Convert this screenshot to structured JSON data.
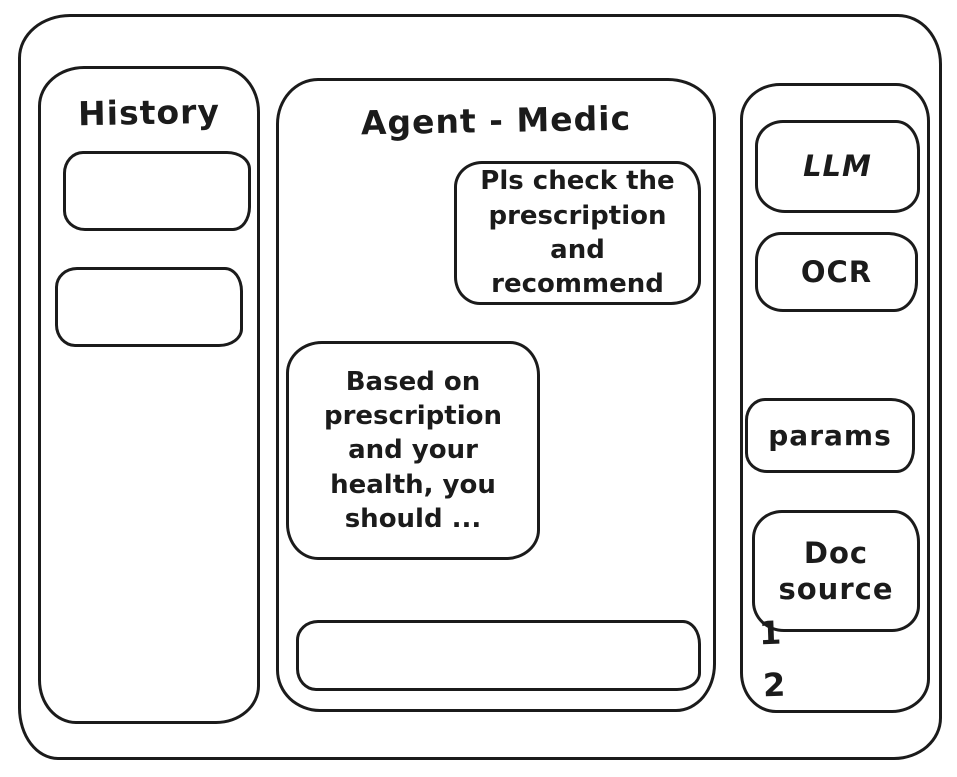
{
  "window": {
    "background": "#ffffff",
    "stroke_color": "#1b1b1b"
  },
  "history_panel": {
    "title": "History",
    "items": [
      {
        "label": ""
      },
      {
        "label": ""
      }
    ]
  },
  "chat_panel": {
    "title": "Agent - Medic",
    "messages": [
      {
        "role": "user",
        "align": "right",
        "text": "Pls check the prescription and recommend"
      },
      {
        "role": "assistant",
        "align": "left",
        "text": "Based on prescription and your health, you should ..."
      }
    ],
    "composer": {
      "value": ""
    }
  },
  "tools_panel": {
    "buttons": [
      {
        "label": "LLM"
      },
      {
        "label": "OCR"
      },
      {
        "label": "params"
      },
      {
        "label": "Doc source"
      }
    ],
    "doc_sources": [
      {
        "label": "1"
      },
      {
        "label": "2"
      }
    ]
  }
}
